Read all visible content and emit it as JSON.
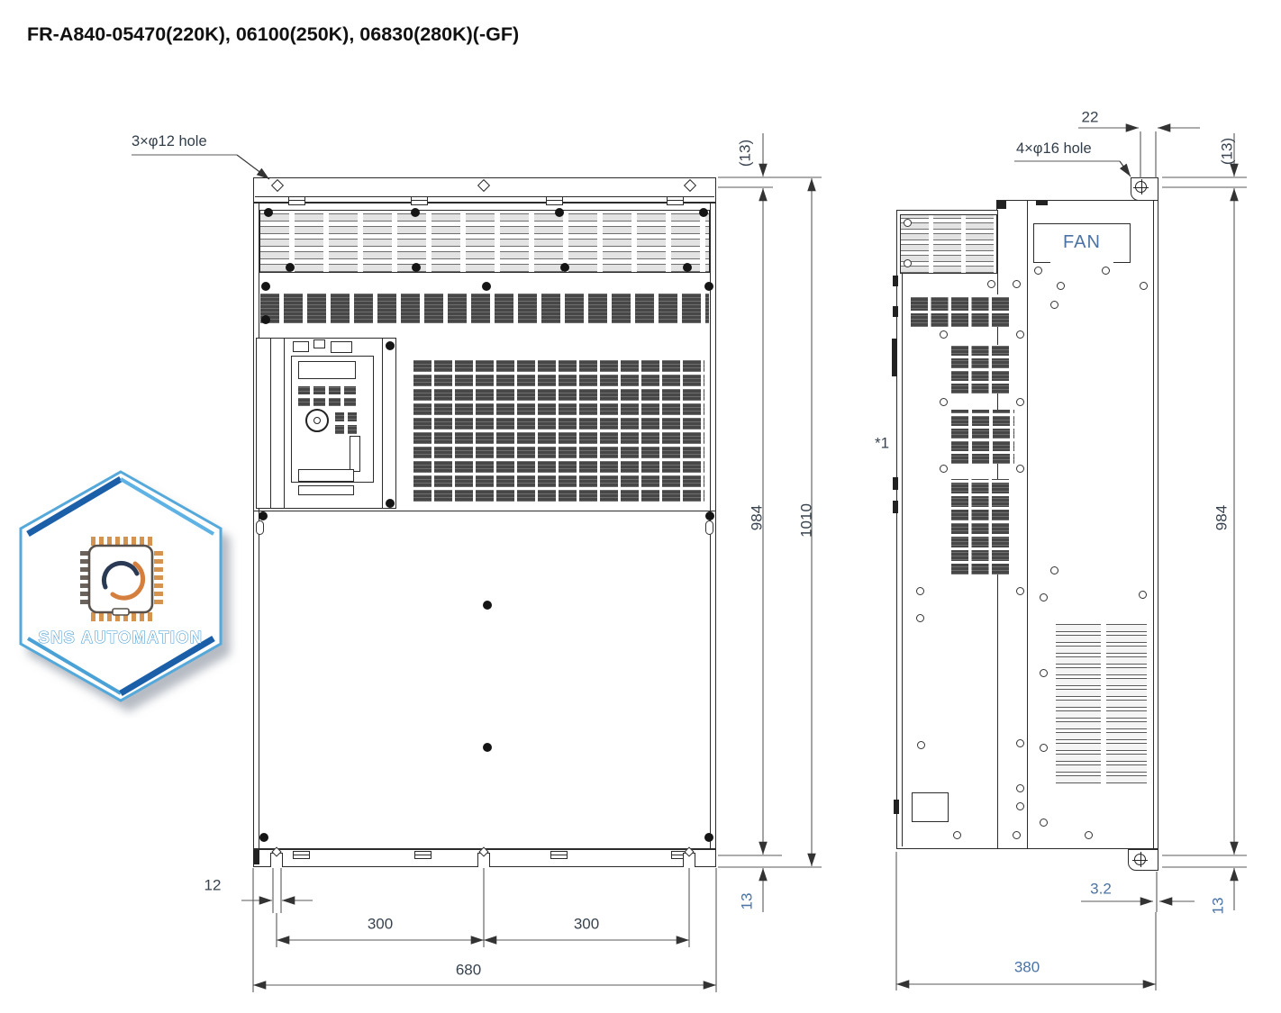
{
  "title": "FR-A840-05470(220K), 06100(250K), 06830(280K)(-GF)",
  "front_view": {
    "hole_label": "3×φ12 hole",
    "dims": {
      "top_offset": "(13)",
      "height": "984",
      "overall_height": "1010",
      "bottom_offset": "13",
      "slot_width": "12",
      "hole_pitch_left": "300",
      "hole_pitch_right": "300",
      "width": "680"
    }
  },
  "side_view": {
    "hole_label": "4×φ16 hole",
    "fan_label": "FAN",
    "note_marker": "*1",
    "dims": {
      "bracket_hole_offset": "22",
      "top_offset": "(13)",
      "height": "984",
      "plate_thickness": "3.2",
      "bottom_offset": "13",
      "depth": "380"
    }
  },
  "logo": {
    "text": "SNS AUTOMATION"
  }
}
